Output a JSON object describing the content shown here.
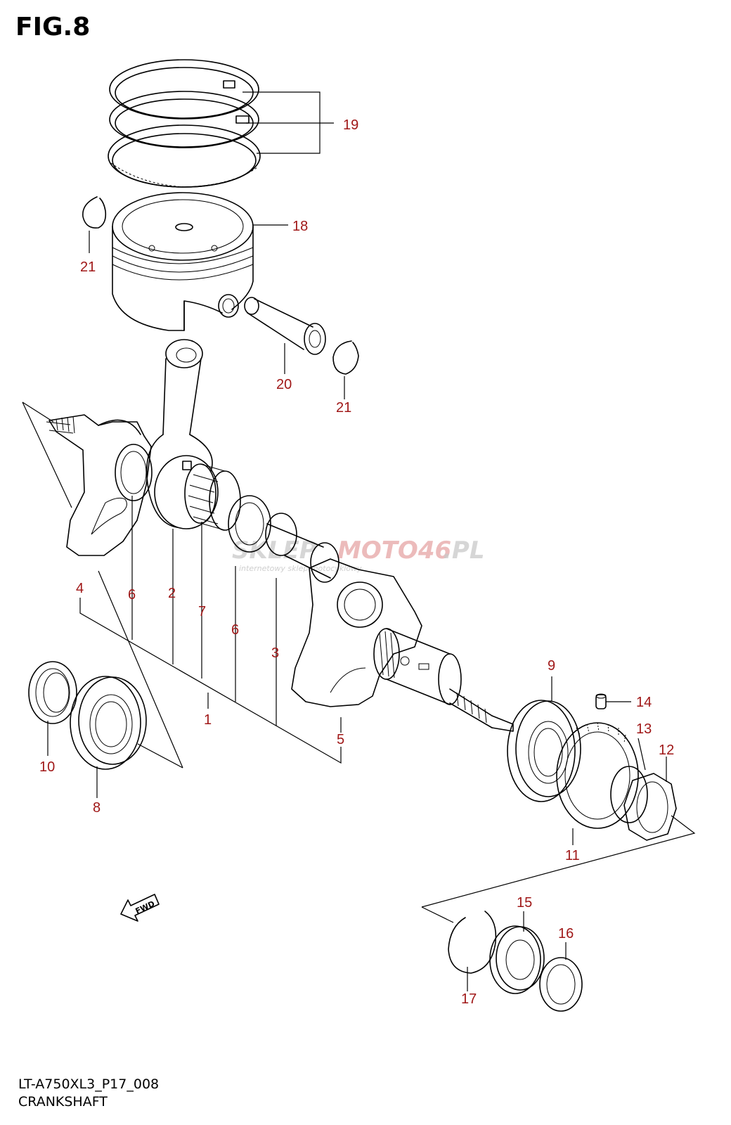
{
  "figure": {
    "title": "FIG.8",
    "model_code": "LT-A750XL3_P17_008",
    "section": "CRANKSHAFT"
  },
  "watermark": {
    "part1": "SKLEP",
    "part2": "MOTO46",
    "part3": ".PL",
    "tagline": "internetowy sklep motocyklowy"
  },
  "fwd_label": "FWD",
  "callouts": [
    "19",
    "18",
    "21",
    "20",
    "21",
    "4",
    "6",
    "2",
    "7",
    "6",
    "3",
    "1",
    "5",
    "9",
    "14",
    "13",
    "12",
    "10",
    "8",
    "11",
    "15",
    "16",
    "17"
  ],
  "colors": {
    "callout": "#a01818",
    "line": "#000000"
  }
}
